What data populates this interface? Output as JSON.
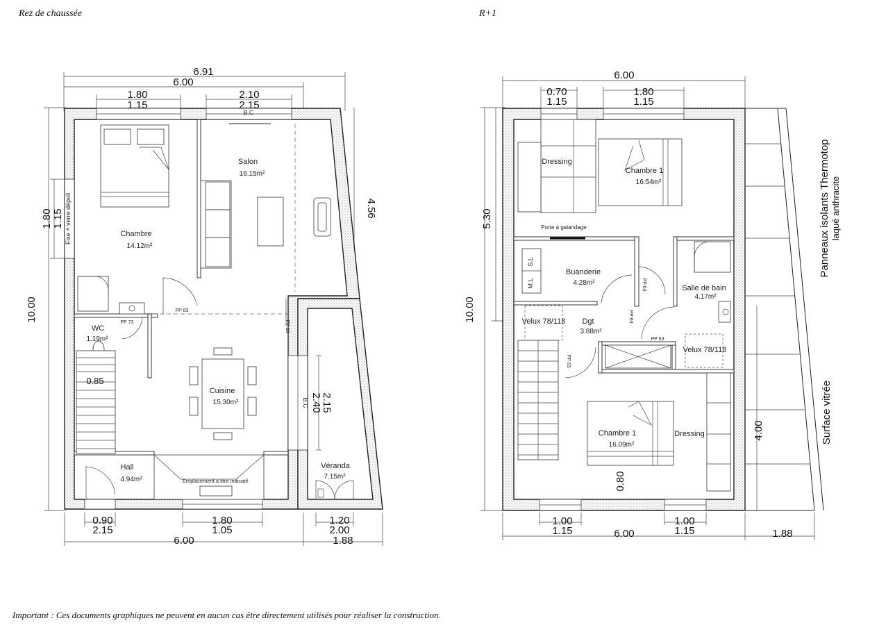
{
  "headers": {
    "ground_floor": "Rez de chaussée",
    "upper_floor": "R+1"
  },
  "note": "Important : Ces documents graphiques ne peuvent en aucun cas être directement utilisés pour réaliser la construction.",
  "ground": {
    "rooms": {
      "chambre": {
        "name": "Chambre",
        "area": "14.12m²"
      },
      "salon": {
        "name": "Salon",
        "area": "16.15m²"
      },
      "wc": {
        "name": "WC",
        "area": "1.19m²"
      },
      "cuisine": {
        "name": "Cuisine",
        "area": "15.30m²"
      },
      "hall": {
        "name": "Hall",
        "area": "4.94m²"
      },
      "veranda": {
        "name": "Véranda",
        "area": "7.15m²"
      }
    },
    "labels": {
      "bc_top": "B.C",
      "bc_side": "B.C",
      "fixe": "Fixe + verre dépoli",
      "emplacement": "Emplacement à titre indicatif",
      "pp73": "PP 73",
      "pp83a": "PP 83",
      "pp83b": "PP 83"
    },
    "dims": {
      "top_total": "6.91",
      "top_inner": "6.00",
      "win1_a": "1.80",
      "win1_b": "1.15",
      "win2_a": "2.10",
      "win2_b": "2.15",
      "left_total": "10.00",
      "left_a": "1.80",
      "left_b": "1.15",
      "right_side": "4.56",
      "door_side_a": "2.40",
      "door_side_b": "2.15",
      "wc_width": "0.85",
      "bot_door_a": "0.90",
      "bot_door_b": "2.15",
      "bot_win_a": "1.80",
      "bot_win_b": "1.05",
      "bot_total": "6.00",
      "ver_a": "1.20",
      "ver_b": "2.00",
      "ver_total": "1.88"
    }
  },
  "upper": {
    "rooms": {
      "chambre1_top": {
        "name": "Chambre 1",
        "area": "16.54m²"
      },
      "buanderie": {
        "name": "Buanderie",
        "area": "4.28m²"
      },
      "sdb": {
        "name": "Salle de bain",
        "area": "4.17m²"
      },
      "dgt": {
        "name": "Dgt",
        "area": "3.88m²"
      },
      "chambre1_bot": {
        "name": "Chambre 1",
        "area": "16.09m²"
      }
    },
    "labels": {
      "dressing_top": "Dressing",
      "dressing_bot": "Dressing",
      "porte": "Porte à galandage",
      "ml": "M.L",
      "sl": "S.L",
      "velux_left": "Velux 78/118",
      "velux_right": "Velux 78/118",
      "panneaux_1": "Panneaux isolants Thermotop",
      "panneaux_2": "laqué anthracite",
      "surface": "Surface vitrée",
      "pp63a": "PP 63",
      "pp63b": "PP 63",
      "pp63c": "PP 63",
      "pp63d": "PP 63"
    },
    "dims": {
      "top_total": "6.00",
      "win1_a": "0.70",
      "win1_b": "1.15",
      "win2_a": "1.80",
      "win2_b": "1.15",
      "left_total": "10.00",
      "left_a": "5.30",
      "right_a": "4.00",
      "mid_080": "0.80",
      "bot_w1_a": "1.00",
      "bot_w1_b": "1.15",
      "bot_total": "6.00",
      "bot_w2_a": "1.00",
      "bot_w2_b": "1.15",
      "bot_side": "1.88"
    }
  }
}
